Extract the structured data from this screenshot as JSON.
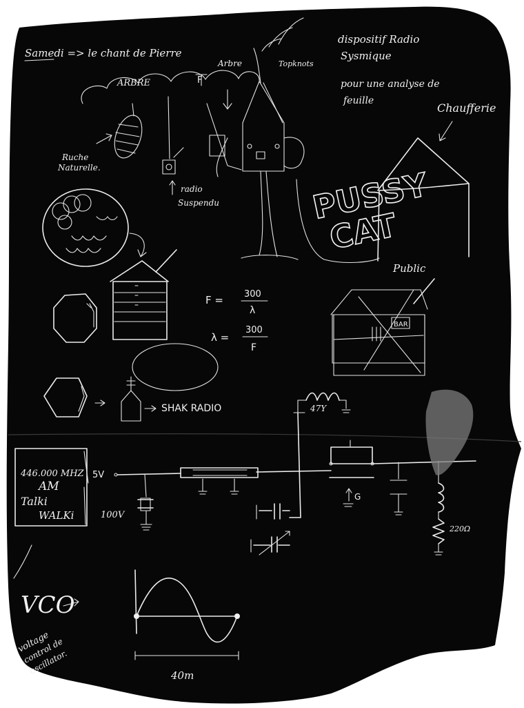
{
  "title": "Samedi => le chant de Pierre",
  "project": {
    "line1": "dispositif Radio",
    "line2": "Sysmique",
    "line3": "pour une analyse de",
    "line4": "feuille"
  },
  "labels": {
    "arbre_caps": "ARBRE",
    "arbre": "Arbre",
    "f_letter": "F",
    "topknots": "Topknots",
    "ruche_1": "Ruche",
    "ruche_2": "Naturelle.",
    "radio_1": "radio",
    "radio_2": "Suspendu",
    "chaufferie": "Chaufferie",
    "pussy": "PUSSY",
    "cat": "CAT",
    "public": "Public",
    "bar": "BAR",
    "shak_radio": "SHAK RADIO"
  },
  "formulas": {
    "f_lhs": "F =",
    "f_num": "300",
    "f_den": "λ",
    "lambda_lhs": "λ =",
    "lambda_num": "300",
    "lambda_den": "F"
  },
  "circuit": {
    "freq": "446.000 MHZ",
    "mode": "AM",
    "device_1": "Talki",
    "device_2": "WALKi",
    "v5": "5V",
    "v100": "100V",
    "inductor_top": "47Y",
    "gate": "G",
    "load": "220Ω"
  },
  "vco": {
    "label": "VCO",
    "desc_1": "voltage",
    "desc_2": "control de",
    "desc_3": "oscillator.",
    "scale": "40m"
  }
}
